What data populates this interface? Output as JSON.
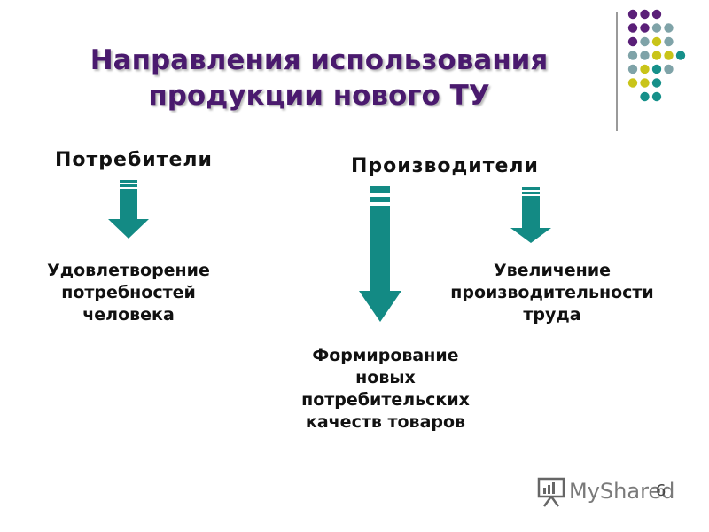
{
  "title": {
    "line1": "Направления использования",
    "line2": "продукции нового ТУ"
  },
  "headings": {
    "consumers": "Потребители",
    "producers": "Производители"
  },
  "labels": {
    "needs": [
      "Удовлетворение",
      "потребностей",
      "человека"
    ],
    "productivity": [
      "Увеличение",
      "производительности",
      "труда"
    ],
    "qualities": [
      "Формирование",
      "новых",
      "потребительских",
      "качеств товаров"
    ]
  },
  "logo_text": "MyShared",
  "slide_number": "6",
  "colors": {
    "title": "#4a1a6e",
    "arrow": "#138a84",
    "purple": "#5a1f78",
    "teal": "#16908a",
    "grey_teal": "#7fa3a8",
    "olive": "#c9c419"
  },
  "decoration": {
    "dot_colors": [
      [
        "purple",
        "purple",
        "purple"
      ],
      [
        "purple",
        "purple",
        "grey_teal",
        "grey_teal"
      ],
      [
        "purple",
        "grey_teal",
        "olive",
        "grey_teal"
      ],
      [
        "grey_teal",
        "grey_teal",
        "olive",
        "olive",
        "teal"
      ],
      [
        "grey_teal",
        "olive",
        "teal",
        "grey_teal"
      ],
      [
        "olive",
        "olive",
        "teal"
      ],
      [
        "teal",
        "teal"
      ]
    ]
  }
}
